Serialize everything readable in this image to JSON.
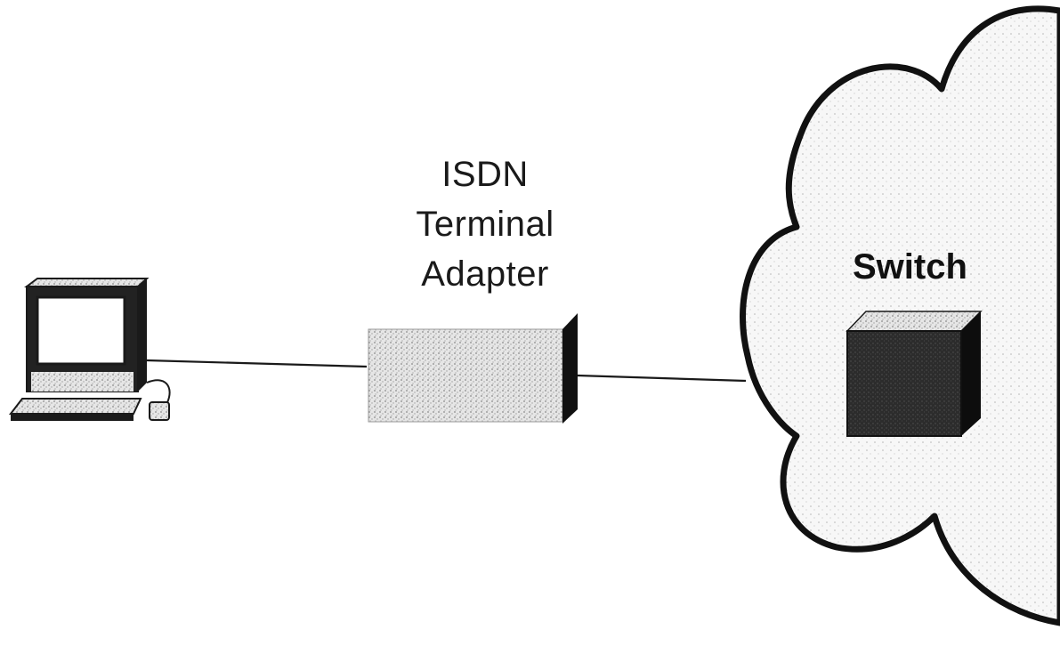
{
  "diagram": {
    "labels": {
      "adapter_line1": "ISDN",
      "adapter_line2": "Terminal",
      "adapter_line3": "Adapter",
      "switch": "Switch"
    },
    "icons": {
      "terminal": "computer-terminal-icon",
      "adapter": "terminal-adapter-box-icon",
      "cloud": "network-cloud-icon",
      "switch": "switch-cube-icon"
    },
    "colors": {
      "ink": "#1a1a1a",
      "stipple": "#bdbdbd",
      "switch_fill": "#2a2a2a"
    }
  }
}
